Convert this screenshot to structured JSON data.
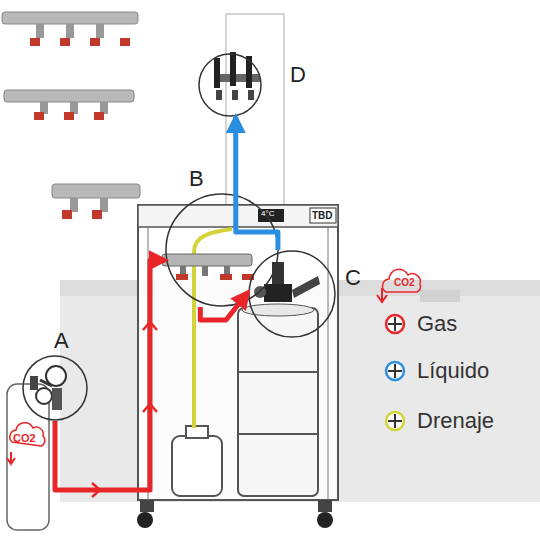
{
  "diagram": {
    "nodes": [
      {
        "text": [
          "D"
        ]
      },
      {
        "text": [
          "B"
        ]
      },
      {
        "text": [
          "C"
        ]
      },
      {
        "text": [
          "A"
        ]
      },
      {
        "text": [
          "CO2"
        ]
      }
    ],
    "edges": [
      {
        "from": 3,
        "to": 1,
        "arrow": "to"
      },
      {
        "from": 1,
        "to": 2,
        "arrow": "to"
      },
      {
        "from": 2,
        "to": 0,
        "arrow": "to"
      }
    ],
    "labels": [
      "4°C",
      "TBD",
      "CO2"
    ],
    "legend": [
      {
        "text": "Gas",
        "color": "#e8262a"
      },
      {
        "text": "Líquido",
        "color": "#2a8fe0"
      },
      {
        "text": "Drenaje",
        "color": "#d4d43a"
      }
    ]
  }
}
